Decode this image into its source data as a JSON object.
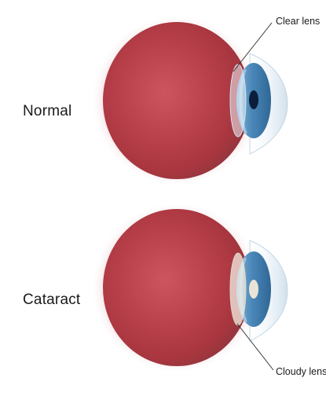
{
  "labels": {
    "normal": "Normal",
    "cataract": "Cataract",
    "clear_lens": "Clear lens",
    "cloudy_lens": "Cloudy lens"
  },
  "colors": {
    "eyeball": "#c0454f",
    "eyeball_dark": "#9a2e39",
    "iris": "#4a87b8",
    "pupil": "#0b1d3a",
    "lens_clear": "#e8f0f6",
    "lens_cloudy": "#f3efe4",
    "background": "#ffffff"
  }
}
